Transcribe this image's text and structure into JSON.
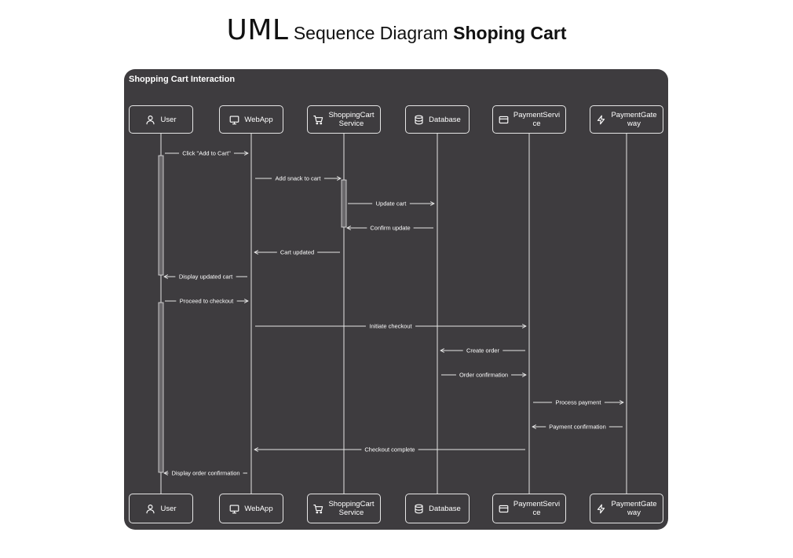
{
  "title": {
    "part1": "UML",
    "part2": " Sequence Diagram ",
    "part3": "Shoping Cart"
  },
  "frame_label": "Shopping Cart Interaction",
  "participants": [
    {
      "id": "user",
      "label": "User",
      "icon": "user-icon"
    },
    {
      "id": "webapp",
      "label": "WebApp",
      "icon": "monitor-icon"
    },
    {
      "id": "cart",
      "label": "ShoppingCart\nService",
      "icon": "shopping-cart-icon"
    },
    {
      "id": "db",
      "label": "Database",
      "icon": "database-icon"
    },
    {
      "id": "payment",
      "label": "PaymentServi\nce",
      "icon": "credit-card-icon"
    },
    {
      "id": "gateway",
      "label": "PaymentGate\nway",
      "icon": "lightning-bolt-icon"
    }
  ],
  "messages": [
    {
      "from": "user",
      "to": "webapp",
      "label": "Click \"Add to Cart\""
    },
    {
      "from": "webapp",
      "to": "cart",
      "label": "Add snack to cart"
    },
    {
      "from": "cart",
      "to": "db",
      "label": "Update cart"
    },
    {
      "from": "db",
      "to": "cart",
      "label": "Confirm update"
    },
    {
      "from": "cart",
      "to": "webapp",
      "label": "Cart updated"
    },
    {
      "from": "webapp",
      "to": "user",
      "label": "Display updated cart"
    },
    {
      "from": "user",
      "to": "webapp",
      "label": "Proceed to checkout"
    },
    {
      "from": "webapp",
      "to": "payment",
      "label": "Initiate checkout"
    },
    {
      "from": "payment",
      "to": "db",
      "label": "Create order"
    },
    {
      "from": "db",
      "to": "payment",
      "label": "Order confirmation"
    },
    {
      "from": "payment",
      "to": "gateway",
      "label": "Process payment"
    },
    {
      "from": "gateway",
      "to": "payment",
      "label": "Payment confirmation"
    },
    {
      "from": "payment",
      "to": "webapp",
      "label": "Checkout complete"
    },
    {
      "from": "webapp",
      "to": "user",
      "label": "Display order confirmation"
    }
  ],
  "colors": {
    "frame_background": "#3e3c3f",
    "line": "#e6e6e6",
    "activation_fill": "#6a686b",
    "text": "#ffffff"
  }
}
